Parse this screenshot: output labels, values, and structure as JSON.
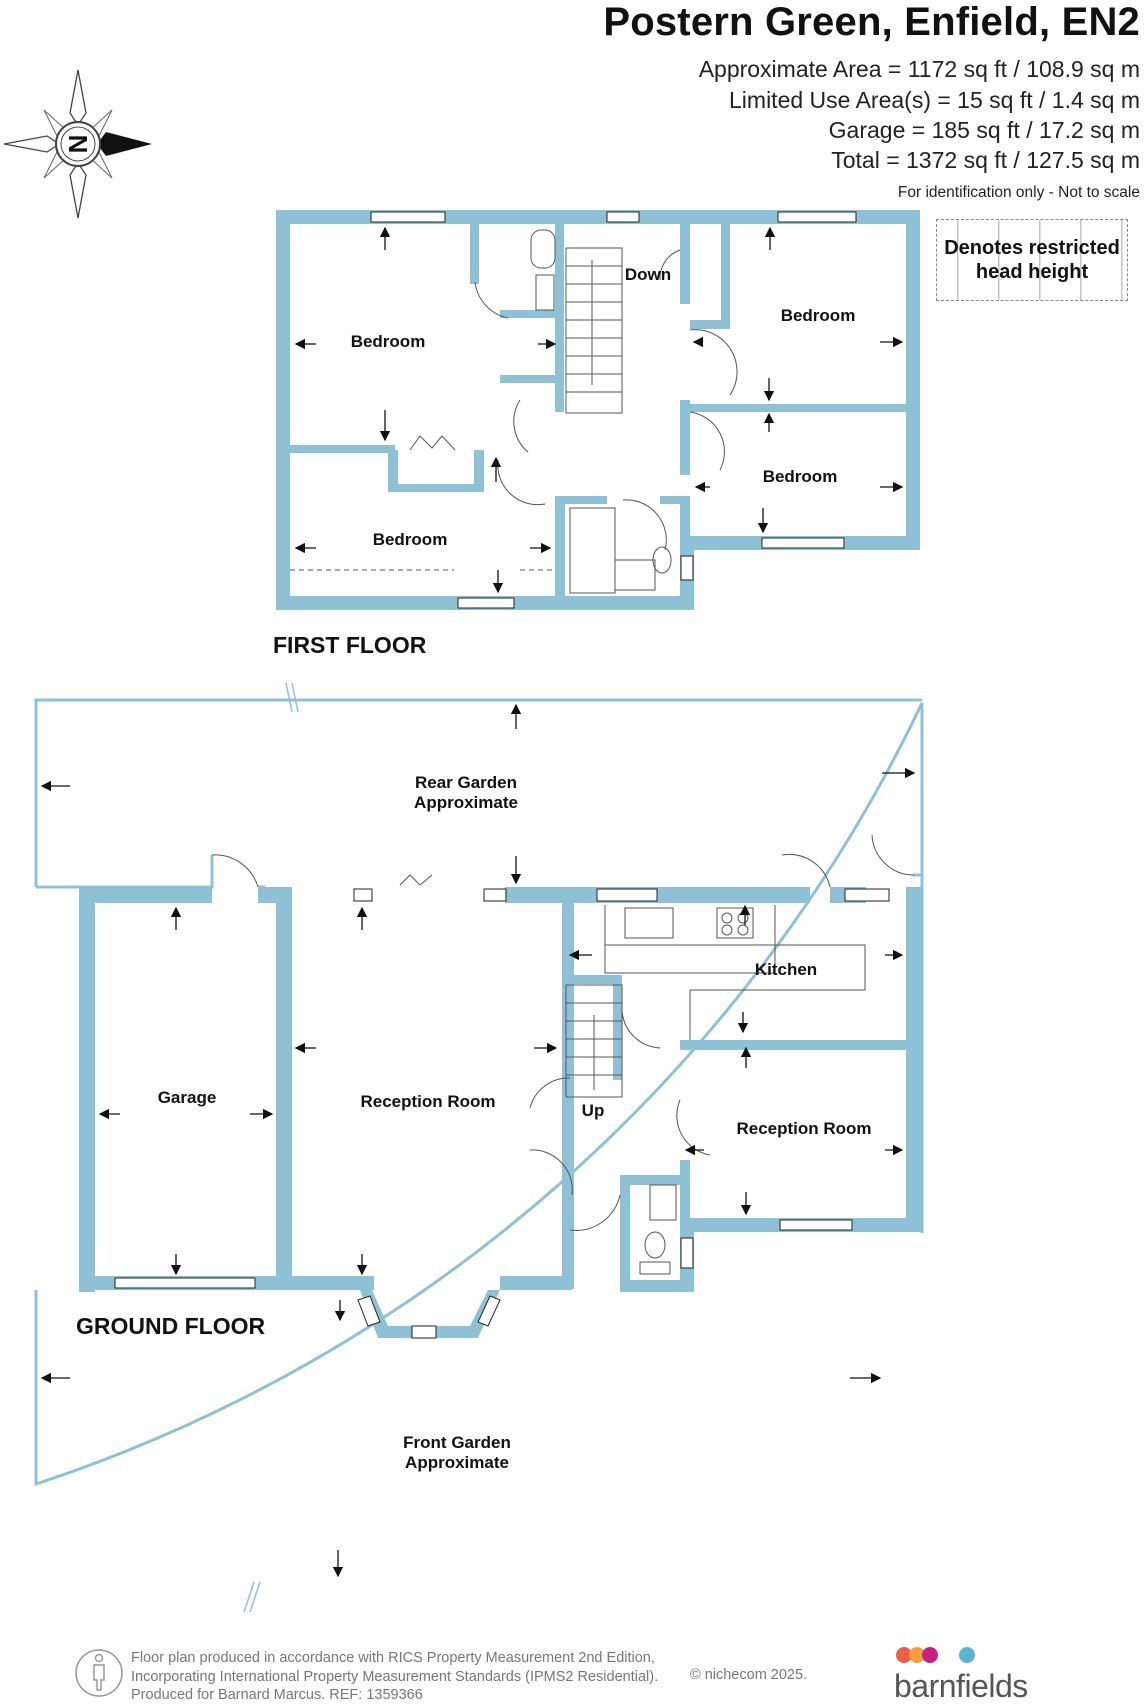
{
  "header": {
    "title": "Postern Green, Enfield, EN2",
    "areas": [
      "Approximate Area = 1172 sq ft / 108.9 sq m",
      "Limited Use Area(s) = 15 sq ft / 1.4 sq m",
      "Garage = 185 sq ft / 17.2 sq m",
      "Total = 1372 sq ft / 127.5 sq m"
    ],
    "disclaimer": "For identification only - Not to scale"
  },
  "compass_label": "N",
  "legend": {
    "restricted": "Denotes restricted head height"
  },
  "first_floor": {
    "label": "FIRST FLOOR",
    "rooms": [
      "Bedroom",
      "Bedroom",
      "Bedroom",
      "Bedroom"
    ],
    "stairs_label": "Down"
  },
  "ground_floor": {
    "label": "GROUND FLOOR",
    "rear_garden": "Rear Garden",
    "rear_garden_note": "Approximate",
    "garage": "Garage",
    "reception_main": "Reception Room",
    "kitchen": "Kitchen",
    "reception_second": "Reception Room",
    "stairs_label": "Up",
    "front_garden": "Front Garden",
    "front_garden_note": "Approximate"
  },
  "footer": {
    "lines": [
      "Floor plan produced in accordance with RICS Property Measurement 2nd Edition,",
      "Incorporating International Property Measurement Standards (IPMS2 Residential).",
      "Produced for Barnard Marcus.    REF:  1359366"
    ],
    "copyright": "© nichecom 2025.",
    "brand": "barnfields"
  },
  "colors": {
    "wall": "#8fc1d6",
    "accent_dots": [
      "#e8614a",
      "#f2a03b",
      "#c8217f",
      "#5bb4d0"
    ]
  }
}
